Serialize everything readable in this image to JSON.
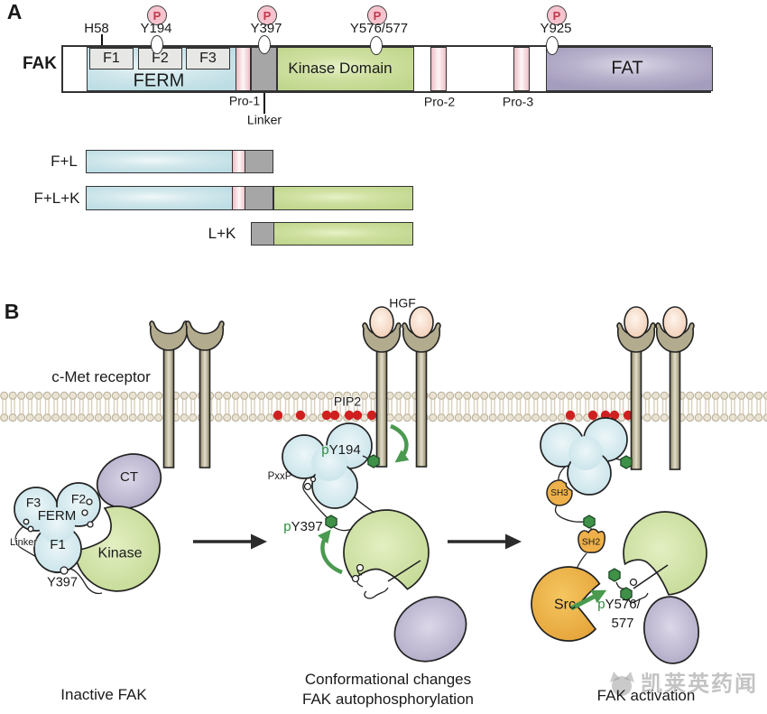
{
  "panel_a": {
    "label": "A",
    "protein": "FAK",
    "sites": {
      "p": "P",
      "h58": "H58",
      "y194": "Y194",
      "y397": "Y397",
      "y576": "Y576/577",
      "y925": "Y925"
    },
    "domains": {
      "f1": "F1",
      "f2": "F2",
      "f3": "F3",
      "ferm": "FERM",
      "kinase": "Kinase Domain",
      "fat": "FAT",
      "pro1": "Pro-1",
      "pro2": "Pro-2",
      "pro3": "Pro-3",
      "linker": "Linker"
    },
    "constructs": {
      "fl": "F+L",
      "flk": "F+L+K",
      "lk": "L+K"
    }
  },
  "panel_b": {
    "label": "B",
    "cmet": "c-Met receptor",
    "hgf": "HGF",
    "pip2": "PIP2",
    "inactive": {
      "f3": "F3",
      "f2": "F2",
      "f1": "F1",
      "ferm": "FERM",
      "kinase": "Kinase",
      "ct": "CT",
      "linker": "Linker",
      "y397": "Y397",
      "caption": "Inactive FAK"
    },
    "middle": {
      "py194_prefix": "p",
      "py194": "Y194",
      "pxxp": "PxxP",
      "py397_prefix": "p",
      "py397": "Y397",
      "caption1": "Conformational changes",
      "caption2": "FAK autophosphorylation"
    },
    "active": {
      "sh3": "SH3",
      "sh2": "SH2",
      "src": "Src",
      "py576_prefix": "p",
      "py576": "Y576/",
      "py577": "577",
      "caption": "FAK activation"
    }
  },
  "watermark": {
    "text": "凯莱英药闻"
  },
  "colors": {
    "ferm_blue": "#bddde5",
    "kinase_green": "#c0d68d",
    "fat_purple": "#a59dbd",
    "phospho_pink": "#f6c4ce",
    "phospho_letter_red": "#c2394d",
    "pro_pink": "#edbec6",
    "linker_gray": "#a6a6a6",
    "phosphate_green": "#3f9148",
    "arrow_green": "#4a9a50",
    "pip2_red": "#cf2020",
    "membrane_tan": "#eae3d3",
    "receptor_tan": "#b3ab8e",
    "src_orange": "#e8a93c",
    "hgf_peach": "#f2cdb4"
  }
}
